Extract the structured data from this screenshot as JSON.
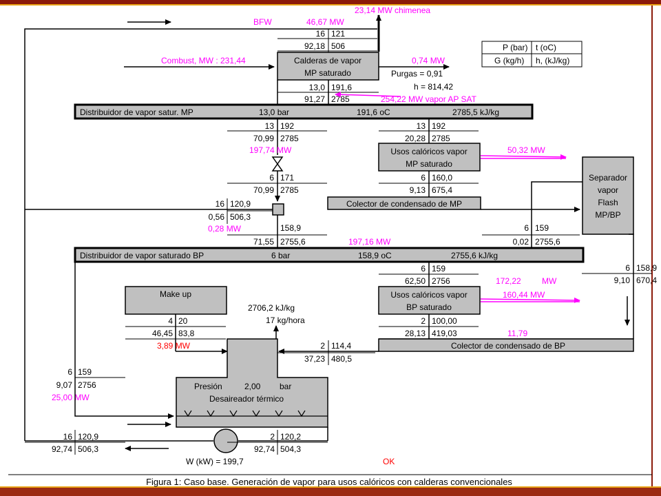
{
  "colors": {
    "top_band": "#8b1a0a",
    "bottom_band": "#9b2a12",
    "gold": "#e8a317",
    "magenta": "#ff00ff",
    "red": "#ff0000",
    "gray": "#c0c0c0"
  },
  "top": {
    "chimney": "23,14 MW chimenea",
    "bfw": "BFW",
    "bfw_mw": "46,67 MW",
    "t1": "16",
    "t2": "121",
    "t3": "92,18",
    "t4": "506"
  },
  "boiler": {
    "l1": "Calderas de vapor",
    "l2": "MP saturado",
    "combust": "Combust, MW : 231,44",
    "purge_mw": "0,74 MW",
    "purgas": "Purgas = 0,91",
    "h": "h = 814,42",
    "o1": "13,0",
    "o2": "191,6",
    "o3": "91,27",
    "o4": "2785",
    "ap": "254,22 MW vapor AP SAT"
  },
  "legend": {
    "p": "P (bar)",
    "t": "t (oC)",
    "g": "G (kg/h)",
    "h": "h, (kJ/kg)"
  },
  "mp_dist": {
    "name": "Distribuidor de vapor satur. MP",
    "p": "13,0 bar",
    "t": "191,6 oC",
    "h": "2785,5 kJ/kg"
  },
  "valve_stream": {
    "a1": "13",
    "a2": "192",
    "a3": "70,99",
    "a4": "2785",
    "mw": "197,74  MW",
    "b1": "6",
    "b2": "171",
    "b3": "70,99",
    "b4": "2785"
  },
  "mp_use": {
    "l1": "Usos calóricos vapor",
    "l2": "MP saturado",
    "i1": "13",
    "i2": "192",
    "i3": "20,28",
    "i4": "2785",
    "mw": "50,32  MW",
    "o1": "6",
    "o2": "160,0",
    "o3": "9,13",
    "o4": "675,4"
  },
  "mp_coll": "Colector de condensado de MP",
  "flash": {
    "l1": "Separador",
    "l2": "vapor",
    "l3": "Flash",
    "l4": "MP/BP",
    "s1": "6",
    "s2": "159",
    "s3": "0,02",
    "s4": "2755,6",
    "r1": "6",
    "r2": "158,9",
    "r3": "9,10",
    "r4": "670,4"
  },
  "mixer": {
    "a1": "16",
    "a2": "120,9",
    "a3": "0,56",
    "a4": "506,3",
    "mw": "0,28  MW",
    "b1": "158,9",
    "b3": "71,55",
    "b4": "2755,6",
    "mw2": "197,16  MW"
  },
  "bp_dist": {
    "name": "Distribuidor de vapor saturado BP",
    "p": "6 bar",
    "t": "158,9 oC",
    "h": "2755,6 kJ/kg"
  },
  "bp_use": {
    "l1": "Usos calóricos vapor",
    "l2": "BP saturado",
    "i1": "6",
    "i2": "159",
    "i3": "62,50",
    "i4": "2756",
    "mw_a": "172,22",
    "mw_b": "MW",
    "mw2": "160,44  MW",
    "o1": "2",
    "o2": "100,00",
    "o3": "28,13",
    "o4": "419,03",
    "mw3": "11,79"
  },
  "bp_coll": "Colector de condensado de BP",
  "makeup": {
    "label": "Make  up",
    "a1": "4",
    "a2": "20",
    "a3": "46,45",
    "a4": "83,8",
    "mw": "3,89  MW"
  },
  "vent": {
    "h": "2706,2 kJ/kg",
    "g": "17 kg/hora"
  },
  "coll_in": {
    "a1": "2",
    "a2": "114,4",
    "a3": "37,23",
    "a4": "480,5"
  },
  "deaer": {
    "p_label": "Presión",
    "p_val": "2,00",
    "p_unit": "bar",
    "name": "Desaireador  térmico"
  },
  "steam_in": {
    "a1": "6",
    "a2": "159",
    "a3": "9,07",
    "a4": "2756",
    "mw": "25,00  MW"
  },
  "pump": {
    "l1": "16",
    "l2": "120,9",
    "l3": "92,74",
    "l4": "506,3",
    "r1": "2",
    "r2": "120,2",
    "r3": "92,74",
    "r4": "504,3",
    "w": "W (kW) = 199,7",
    "ok": "OK"
  },
  "caption": "Figura 1: Caso base. Generación de vapor para usos calóricos con calderas convencionales"
}
